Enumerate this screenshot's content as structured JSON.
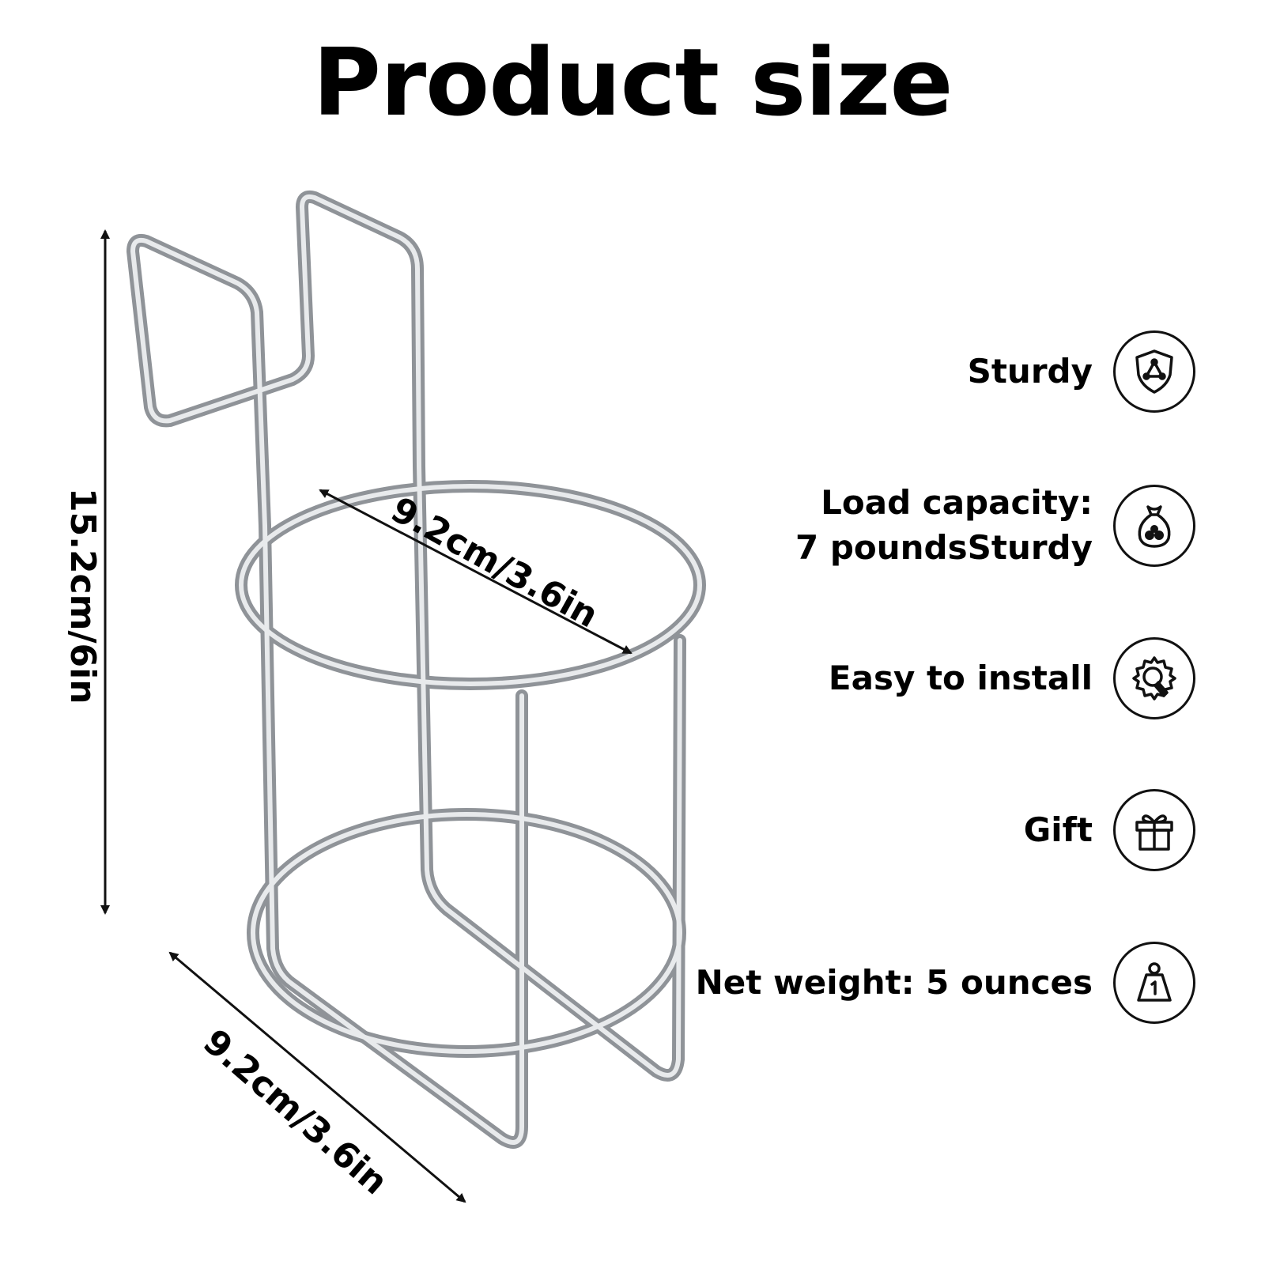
{
  "title": "Product size",
  "dimensions": {
    "height": "15.2cm/6in",
    "top_diameter": "9.2cm/3.6in",
    "bottom_width": "9.2cm/3.6in"
  },
  "features": [
    {
      "text_line1": "Sturdy",
      "text_line2": "",
      "icon": "shield-icon"
    },
    {
      "text_line1": "Load capacity:",
      "text_line2": "7 poundsSturdy",
      "icon": "weight-bag-icon"
    },
    {
      "text_line1": "Easy to install",
      "text_line2": "",
      "icon": "gear-wrench-icon"
    },
    {
      "text_line1": "Gift",
      "text_line2": "",
      "icon": "gift-icon"
    },
    {
      "text_line1": "Net weight: 5 ounces",
      "text_line2": "",
      "icon": "weight-icon"
    }
  ],
  "colors": {
    "wire": "#9a9ea3",
    "wire_highlight": "#e6e8ea",
    "text": "#000000"
  }
}
